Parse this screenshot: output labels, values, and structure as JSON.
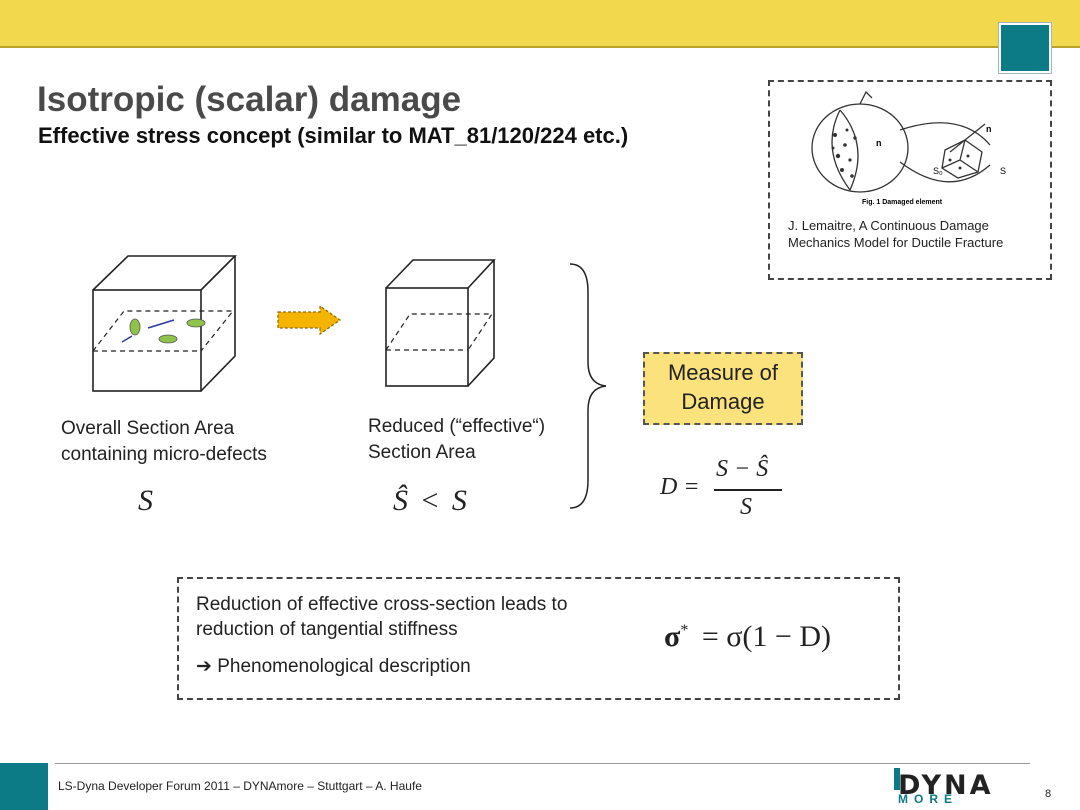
{
  "slide": {
    "title": "Isotropic (scalar) damage",
    "subtitle": "Effective stress concept (similar to MAT_81/120/224 etc.)",
    "page_number": "8"
  },
  "reference": {
    "figure_caption": "Fig. 1    Damaged element",
    "figure_labels": [
      "n",
      "n",
      "S₀",
      "S"
    ],
    "line1": "J. Lemaitre, A Continuous Damage",
    "line2": "Mechanics Model for Ductile Fracture"
  },
  "left_block": {
    "caption_line1": "Overall Section Area",
    "caption_line2": "containing micro-defects",
    "symbol": "S"
  },
  "middle_block": {
    "caption_line1": "Reduced (“effective“)",
    "caption_line2": "Section Area",
    "inequality_lhs": "Ŝ",
    "inequality_op": "<",
    "inequality_rhs": "S"
  },
  "measure": {
    "line1": "Measure of",
    "line2": "Damage"
  },
  "damage_formula": {
    "lhs": "D =",
    "numerator": "S − Ŝ",
    "denominator": "S"
  },
  "bottom_box": {
    "line1": "Reduction of effective cross-section leads to",
    "line2": "reduction of tangential stiffness",
    "line3": "➔ Phenomenological description",
    "formula_sigma_star": "σ",
    "formula_star": "*",
    "formula_rhs": "= σ(1 − D)"
  },
  "footer": {
    "text": "LS-Dyna Developer Forum 2011 – DYNAmore – Stuttgart  –  A. Haufe",
    "logo_main": "DYNA",
    "logo_sub": "MORE"
  },
  "colors": {
    "header_yellow": "#f2d84c",
    "accent_teal": "#0d7b86",
    "arrow_fill": "#f4b400",
    "measure_fill": "#fbe27d",
    "defect_green": "#8fc34a",
    "defect_blue": "#2a3a9a"
  }
}
